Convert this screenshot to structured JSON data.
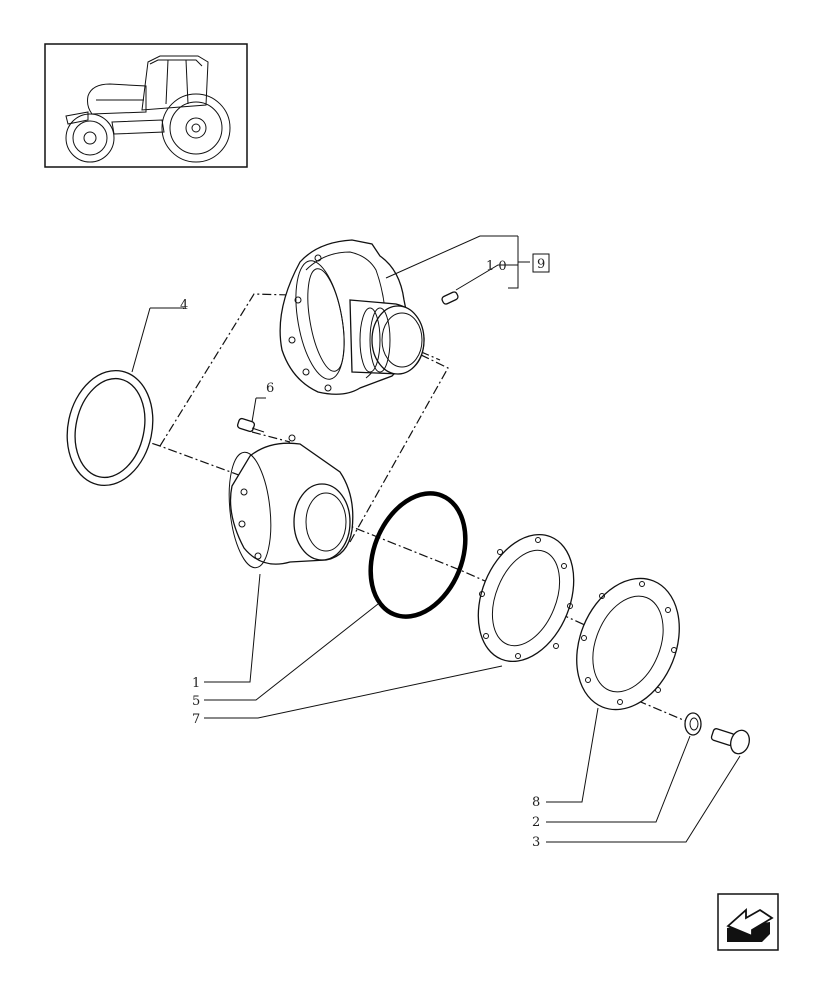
{
  "thumbnail": {
    "icon": "tractor-icon"
  },
  "nav": {
    "icon": "previous-page-arrow-icon"
  },
  "callouts": {
    "c1": "1",
    "c2": "2",
    "c3": "3",
    "c4": "4",
    "c5": "5",
    "c6": "6",
    "c7": "7",
    "c8": "8",
    "c9": "9",
    "c10": "1 0"
  }
}
